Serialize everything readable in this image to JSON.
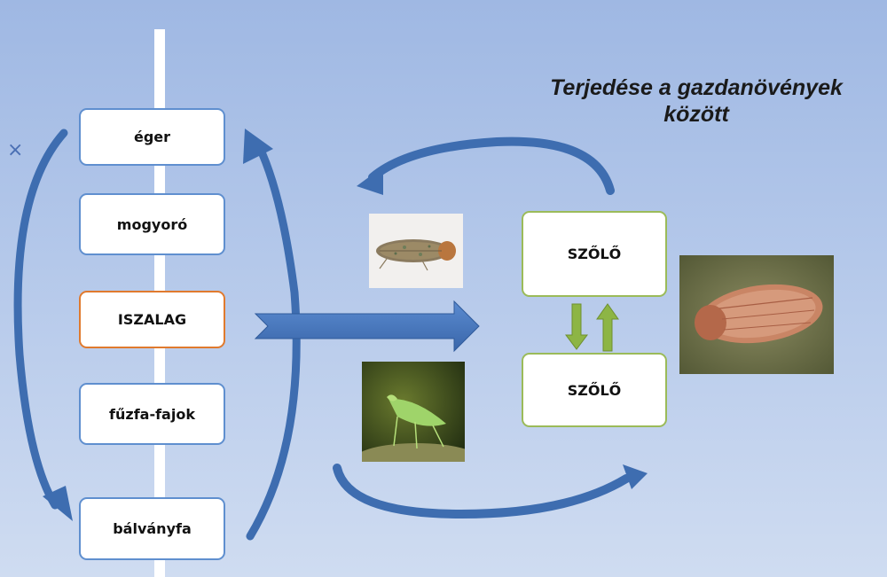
{
  "title_line1": "Terjedése a gazdanövények",
  "title_line2": "között",
  "host_plants": [
    "éger",
    "mogyoró",
    "ISZALAG",
    "fűzfa-fajok",
    "bálványfa"
  ],
  "vine_boxes": [
    "SZŐLŐ",
    "SZŐLŐ"
  ],
  "cross_mark": "×",
  "colors": {
    "arrow_blue": "#3e6db0",
    "box_border_blue": "#5f8fcf",
    "box_border_orange": "#e07a2e",
    "box_border_green": "#9bbb59",
    "green_arrow": "#8db545"
  },
  "photos": [
    "leafhopper-dorsal-photo",
    "green-leafhopper-photo",
    "brown-leafhopper-photo"
  ]
}
